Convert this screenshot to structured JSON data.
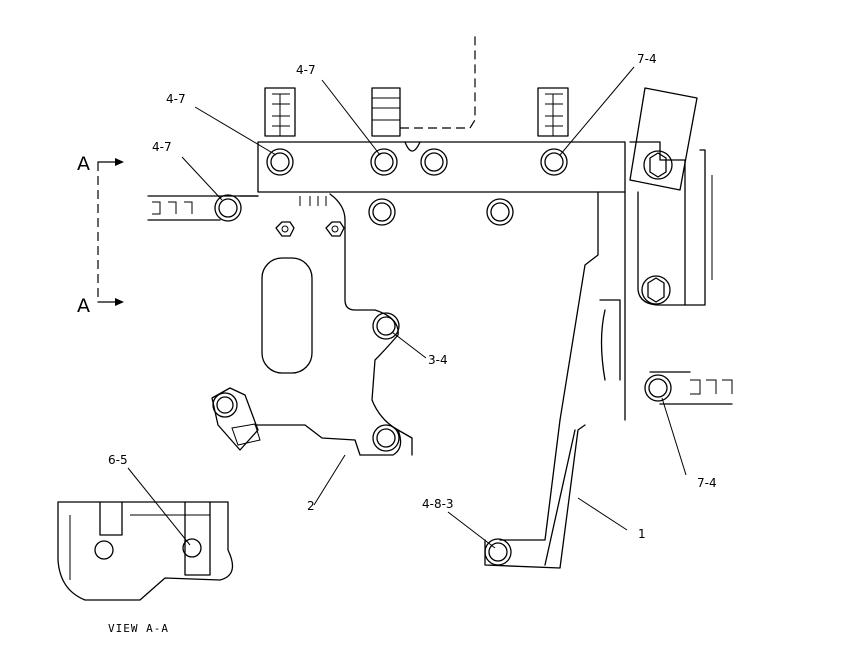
{
  "callouts": {
    "c47_top_left": "4-7",
    "c47_top_mid": "4-7",
    "c47_left": "4-7",
    "c74_top": "7-4",
    "c34": "3-4",
    "c74_right": "7-4",
    "c2": "2",
    "c483": "4-8-3",
    "c1": "1",
    "c65": "6-5"
  },
  "section": {
    "arrow_top": "A",
    "arrow_bottom": "A",
    "view_caption": "VIEW A-A"
  }
}
